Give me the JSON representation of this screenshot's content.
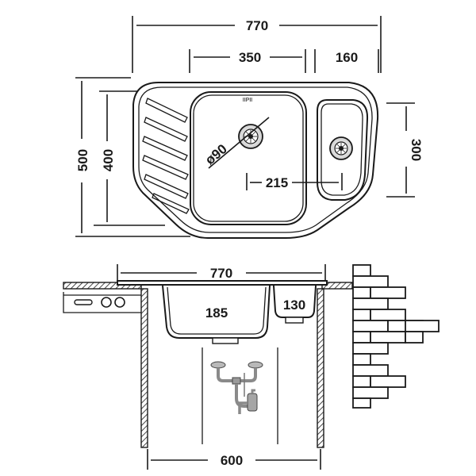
{
  "top_view": {
    "overall_width": "770",
    "main_bowl_width": "350",
    "small_bowl_width": "160",
    "overall_depth": "500",
    "main_bowl_depth": "400",
    "small_bowl_depth": "300",
    "drain_diameter": "ø90",
    "bowl_offset": "215",
    "brand_mark": "IIPII"
  },
  "side_view": {
    "overall_width": "770",
    "main_bowl_height": "185",
    "small_bowl_height": "130",
    "cabinet_width": "600"
  }
}
